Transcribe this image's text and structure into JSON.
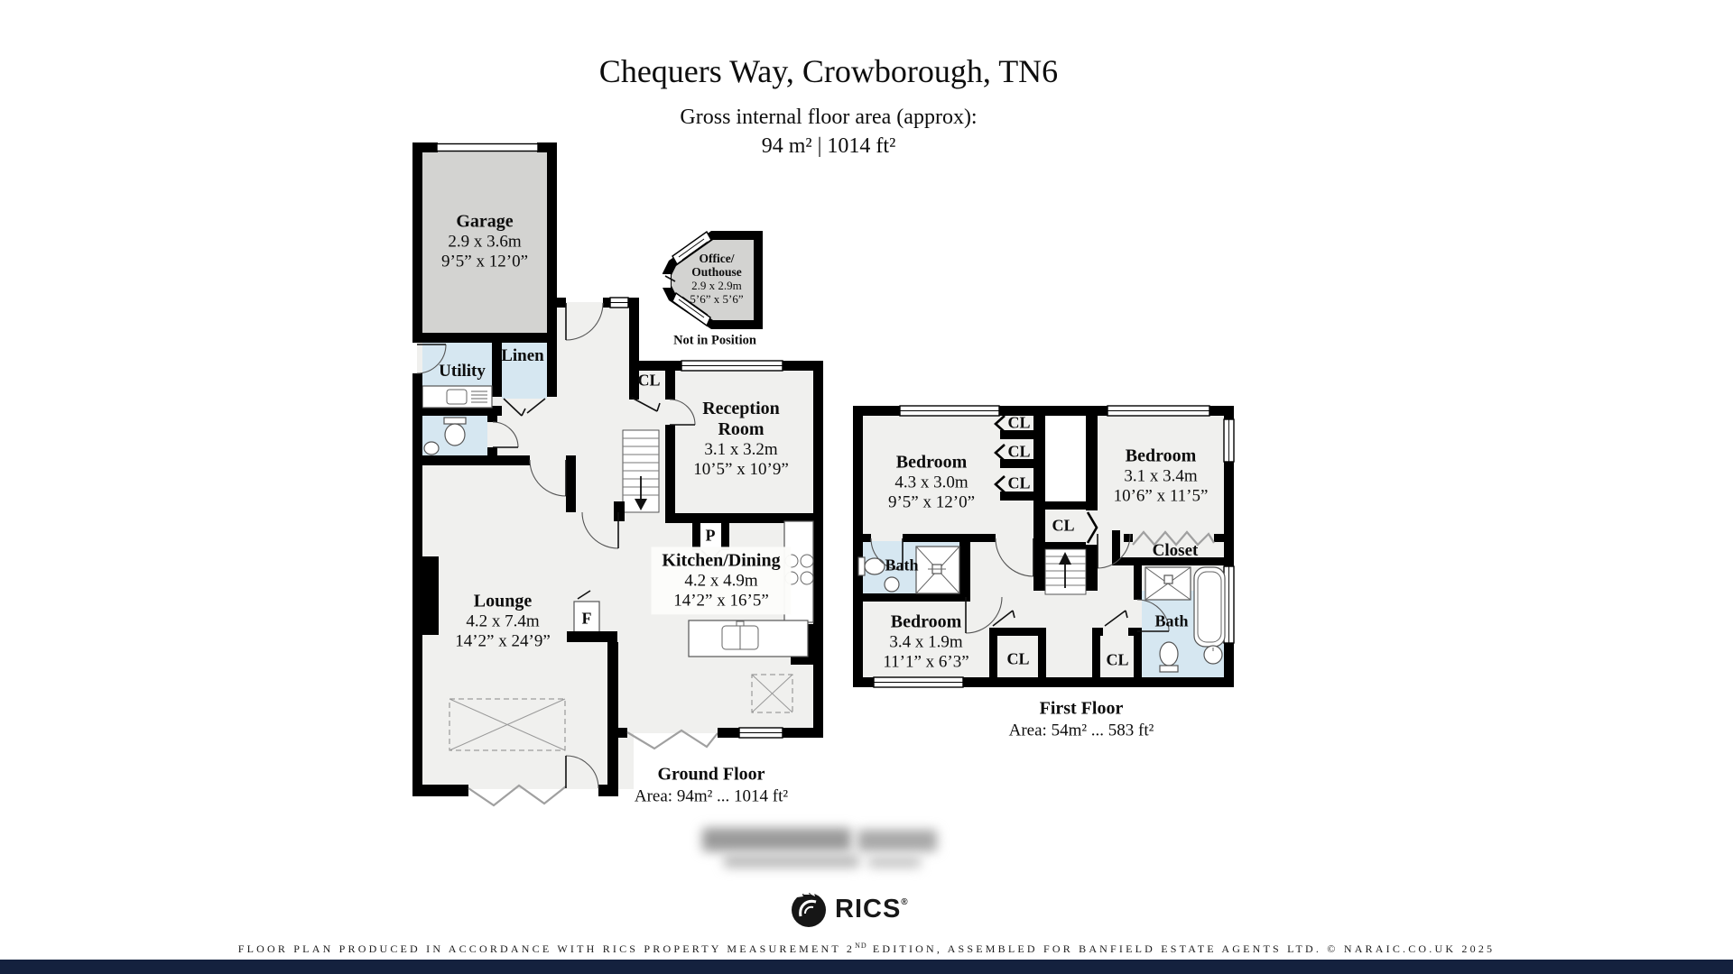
{
  "header": {
    "title": "Chequers Way, Crowborough, TN6",
    "subtitle": "Gross internal floor area (approx):",
    "area_line": "94 m²  |  1014 ft²"
  },
  "ground_floor": {
    "caption": {
      "title": "Ground Floor",
      "area": "Area: 94m² ... 1014 ft²"
    },
    "rooms": {
      "garage": {
        "name": "Garage",
        "metric": "2.9 x 3.6m",
        "imperial": "9’5” x 12’0”"
      },
      "utility": {
        "name": "Utility"
      },
      "linen": {
        "name": "Linen"
      },
      "reception": {
        "name": "Reception Room",
        "metric": "3.1 x 3.2m",
        "imperial": "10’5” x 10’9”"
      },
      "kitchen": {
        "name": "Kitchen/Dining",
        "metric": "4.2 x 4.9m",
        "imperial": "14’2” x 16’5”"
      },
      "lounge": {
        "name": "Lounge",
        "metric": "4.2 x 7.4m",
        "imperial": "14’2” x 24’9”"
      },
      "closet_label": "CL",
      "p_label": "P",
      "f_label": "F"
    }
  },
  "outbuilding": {
    "line1": "Office/",
    "line2": "Outhouse",
    "metric": "2.9 x 2.9m",
    "imperial": "5’6” x 5’6”",
    "note": "Not in Position"
  },
  "first_floor": {
    "caption": {
      "title": "First Floor",
      "area": "Area: 54m² ... 583 ft²"
    },
    "rooms": {
      "bedroom1": {
        "name": "Bedroom",
        "metric": "4.3 x 3.0m",
        "imperial": "9’5” x 12’0”"
      },
      "bedroom2": {
        "name": "Bedroom",
        "metric": "3.1 x 3.4m",
        "imperial": "10’6” x 11’5”"
      },
      "bedroom3": {
        "name": "Bedroom",
        "metric": "3.4 x 1.9m",
        "imperial": "11’1” x 6’3”"
      },
      "bath_left": {
        "name": "Bath"
      },
      "bath_right": {
        "name": "Bath"
      },
      "closet_large": "Closet",
      "cl_label": "CL"
    }
  },
  "footer": {
    "rics_label": "RICS",
    "rics_mark": "®",
    "disclaimer_pre": "FLOOR PLAN PRODUCED IN ACCORDANCE WITH RICS PROPERTY MEASUREMENT 2",
    "disclaimer_sup": "ND",
    "disclaimer_post": " EDITION, ASSEMBLED FOR BANFIELD ESTATE AGENTS LTD. © NARAIC.CO.UK 2025"
  },
  "colors": {
    "wall": "#000000",
    "room_fill": "#f0f0ee",
    "garage_fill": "#d3d3d1",
    "wet_room_fill": "#d6e7f1",
    "footer_bar": "#14213e"
  }
}
